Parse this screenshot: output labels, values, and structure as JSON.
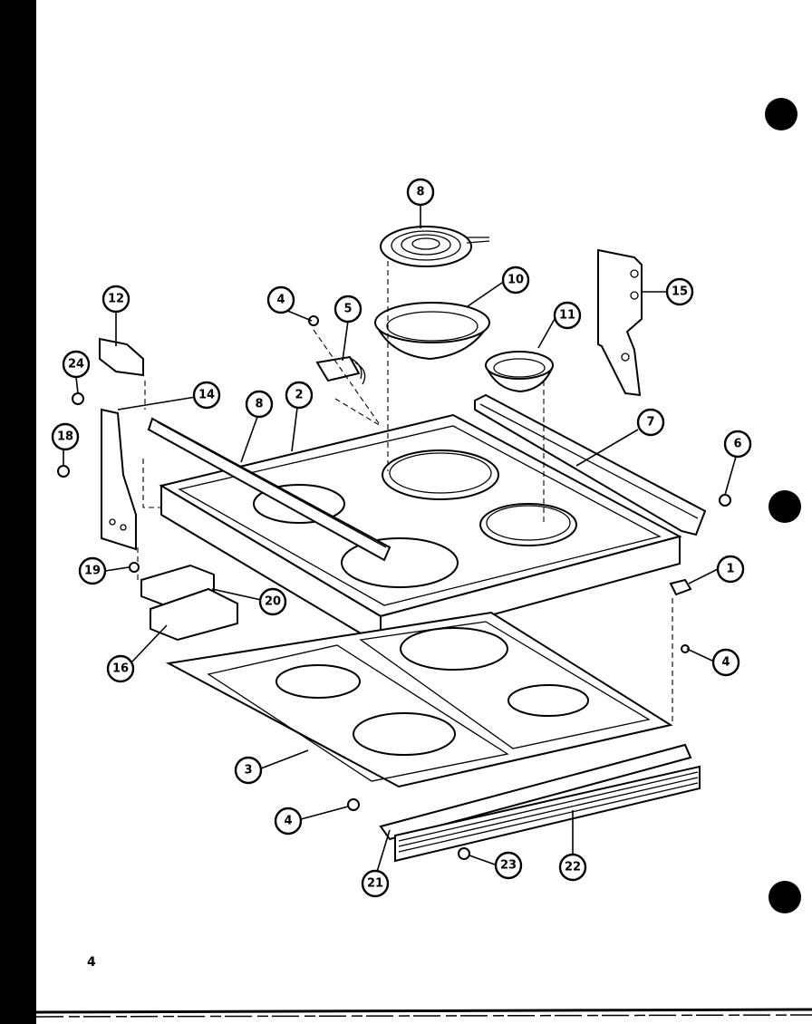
{
  "page": {
    "number": "4"
  },
  "callouts": {
    "c1": "1",
    "c2": "2",
    "c3": "3",
    "c4a": "4",
    "c4b": "4",
    "c4c": "4",
    "c5": "5",
    "c6": "6",
    "c7": "7",
    "c8a": "8",
    "c8b": "8",
    "c10": "10",
    "c11": "11",
    "c12": "12",
    "c14": "14",
    "c15": "15",
    "c16": "16",
    "c18": "18",
    "c19": "19",
    "c20": "20",
    "c21": "21",
    "c22": "22",
    "c23": "23",
    "c24": "24"
  },
  "colors": {
    "ink": "#000000",
    "paper": "#ffffff"
  }
}
